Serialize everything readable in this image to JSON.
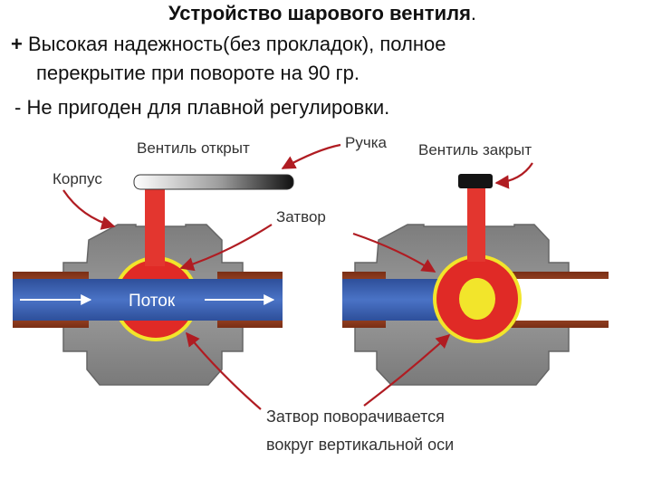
{
  "title": {
    "text": "Устройство шарового вентиля",
    "suffix": "."
  },
  "bullets": [
    {
      "marker": "+",
      "text": "Высокая надежность(без прокладок), полное"
    },
    {
      "marker": "",
      "text": "перекрытие при повороте на 90 гр."
    },
    {
      "marker": "-",
      "text": "Не пригоден для плавной регулировки."
    }
  ],
  "diagram": {
    "labels": {
      "valve_open": "Вентиль открыт",
      "handle": "Ручка",
      "valve_closed": "Вентиль закрыт",
      "body": "Корпус",
      "gate": "Затвор",
      "flow": "Поток",
      "rotation_line1": "Затвор поворачивается",
      "rotation_line2": "вокруг вертикальной оси"
    },
    "colors": {
      "pipe_blue": "#3a5fb0",
      "pipe_copper": "#b0522e",
      "body_gray": "#8f8f8f",
      "ball_red": "#e02a26",
      "ball_yellow": "#f2e52b",
      "stem_red": "#e3362f",
      "arrow": "#b01c22"
    }
  }
}
